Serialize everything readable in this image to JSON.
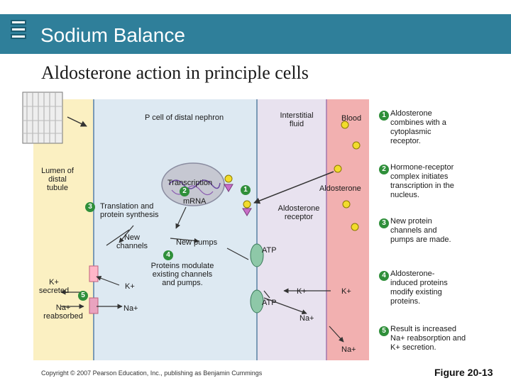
{
  "header": {
    "title": "Sodium Balance"
  },
  "subtitle": "Aldosterone action in principle cells",
  "labels": {
    "p_cell": "P cell of distal nephron",
    "interstitial": "Interstitial fluid",
    "blood": "Blood",
    "lumen": "Lumen of distal tubule",
    "transcription": "Transcription",
    "mrna": "mRNA",
    "translation": "Translation and protein synthesis",
    "new_channels": "New channels",
    "new_pumps": "New pumps",
    "proteins_modulate": "Proteins modulate existing channels and pumps.",
    "aldosterone": "Aldosterone",
    "aldosterone_receptor": "Aldosterone receptor",
    "atp": "ATP",
    "k_secreted": "K+ secreted",
    "na_reabsorbed": "Na+ reabsorbed",
    "k": "K+",
    "na": "Na+"
  },
  "steps": [
    {
      "num": "1",
      "text": "Aldosterone combines with a cytoplasmic receptor."
    },
    {
      "num": "2",
      "text": "Hormone-receptor complex initiates transcription in the nucleus."
    },
    {
      "num": "3",
      "text": "New protein channels and pumps are made."
    },
    {
      "num": "4",
      "text": "Aldosterone-induced proteins modify existing proteins."
    },
    {
      "num": "5",
      "text": "Result is increased Na+ reabsorption and K+ secretion."
    }
  ],
  "footer": {
    "copyright": "Copyright © 2007 Pearson Education, Inc., publishing as Benjamin Cummings",
    "figure": "Figure 20-13"
  },
  "colors": {
    "header": "#2f7f9a",
    "lumen": "#fbf0c2",
    "cell": "#dde9f2",
    "interstitial": "#e8e2ef",
    "blood": "#f2b0b0",
    "badge": "#2f8f3a",
    "aldosterone": "#f2dc2c",
    "receptor": "#c86ec8"
  }
}
